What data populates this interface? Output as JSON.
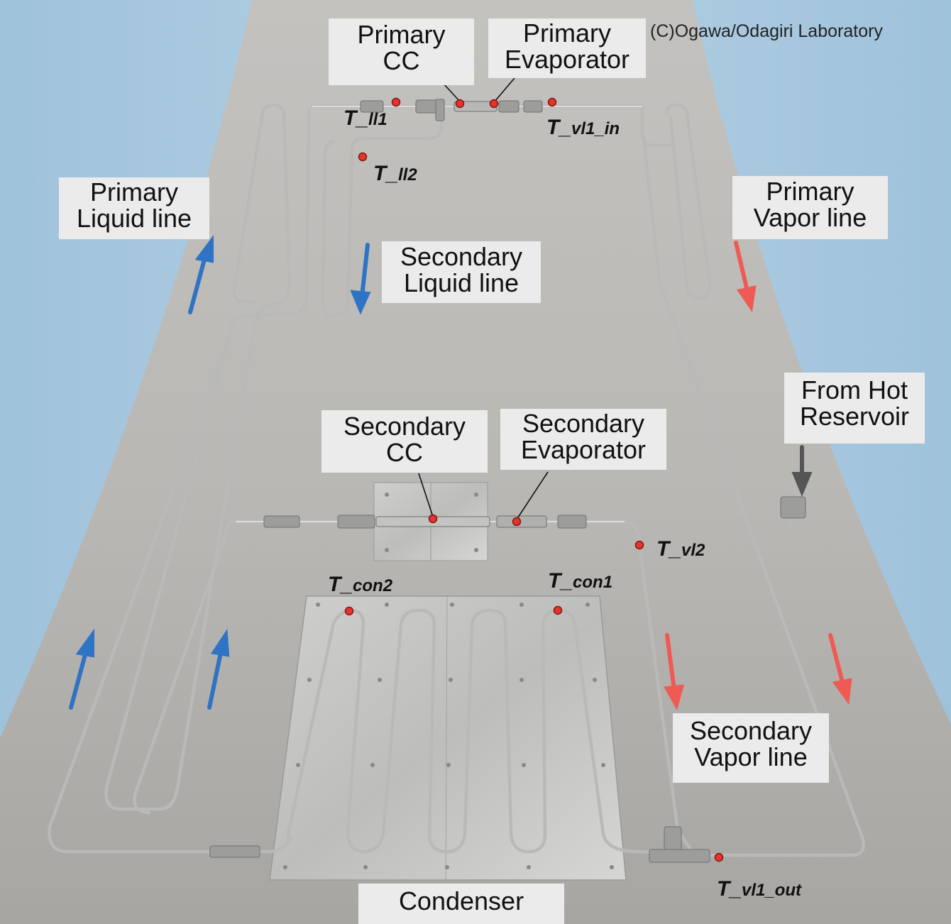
{
  "credit": "(C)Ogawa/Odagiri Laboratory",
  "labels": {
    "primary_cc": [
      "Primary",
      "CC"
    ],
    "primary_evaporator": [
      "Primary",
      "Evaporator"
    ],
    "primary_liquid_line": [
      "Primary",
      "Liquid line"
    ],
    "secondary_liquid_line": [
      "Secondary",
      "Liquid line"
    ],
    "primary_vapor_line": [
      "Primary",
      "Vapor line"
    ],
    "from_hot_reservoir": [
      "From Hot",
      "Reservoir"
    ],
    "secondary_cc": [
      "Secondary",
      "CC"
    ],
    "secondary_evaporator": [
      "Secondary",
      "Evaporator"
    ],
    "secondary_vapor_line": [
      "Secondary",
      "Vapor line"
    ],
    "condenser": "Condenser"
  },
  "sensors": {
    "t_ll1": {
      "prefix": "T_",
      "sub": "ll",
      "suffix": "1"
    },
    "t_ll2": {
      "prefix": "T_",
      "sub": "ll",
      "suffix": "2"
    },
    "t_vl1_in": {
      "prefix": "T_",
      "sub": "vl",
      "suffix": "1_in"
    },
    "t_vl2": {
      "prefix": "T_",
      "sub": "vl",
      "suffix": "2"
    },
    "t_con1": {
      "prefix": "T_",
      "sub": "con",
      "suffix": "1"
    },
    "t_con2": {
      "prefix": "T_",
      "sub": "con",
      "suffix": "2"
    },
    "t_vl1_out": {
      "prefix": "T_",
      "sub": "vl",
      "suffix": "1_out"
    }
  },
  "colors": {
    "background": "#a9c8de",
    "panel": "#b8b6b2",
    "tube": "#b9b9b7",
    "sensor_dot": "#e8322c",
    "liquid_flow_arrow": "#2e73c4",
    "vapor_flow_arrow": "#ef5a54",
    "inlet_arrow": "#555555",
    "label_box": "#ebebeb"
  }
}
